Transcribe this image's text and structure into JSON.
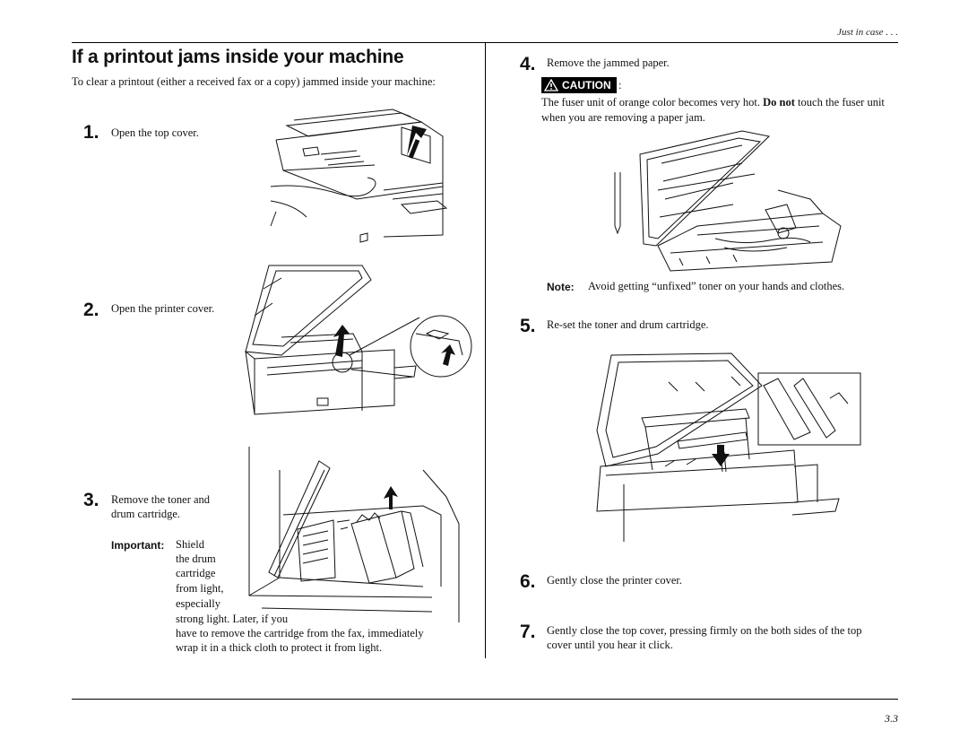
{
  "header": {
    "section": "Just in case . . ."
  },
  "title": "If a printout jams inside your machine",
  "intro": "To clear a printout (either a received fax or a copy) jammed inside your machine:",
  "steps": {
    "s1": {
      "num": "1.",
      "text": "Open the top cover."
    },
    "s2": {
      "num": "2.",
      "text": "Open the printer cover."
    },
    "s3": {
      "num": "3.",
      "text_line1": "Remove the toner and",
      "text_line2": "drum cartridge."
    },
    "s4": {
      "num": "4.",
      "text": "Remove the jammed paper."
    },
    "s5": {
      "num": "5.",
      "text": "Re-set the toner and drum cartridge."
    },
    "s6": {
      "num": "6.",
      "text": "Gently close the printer cover."
    },
    "s7": {
      "num": "7.",
      "text_line1": "Gently close the top cover, pressing firmly on the both sides of the top",
      "text_line2": "cover until you hear it click."
    }
  },
  "important": {
    "label": "Important:",
    "lines": [
      "Shield",
      "the drum",
      "cartridge",
      "from light,",
      "especially"
    ],
    "wide_line1": "strong light. Later, if you",
    "wide_line2": "have to remove the cartridge from the fax, immediately",
    "wide_line3": "wrap it in a thick cloth to protect it from light."
  },
  "caution": {
    "label": "CAUTION",
    "colon": ":",
    "text_pre": "The fuser unit of orange color becomes very hot. ",
    "text_bold": "Do not",
    "text_post": " touch the fuser unit",
    "text_line2": "when you are removing a paper jam."
  },
  "note": {
    "label": "Note:",
    "text": "Avoid getting “unfixed” toner on your hands and clothes."
  },
  "footer": {
    "page_number": "3.3"
  }
}
